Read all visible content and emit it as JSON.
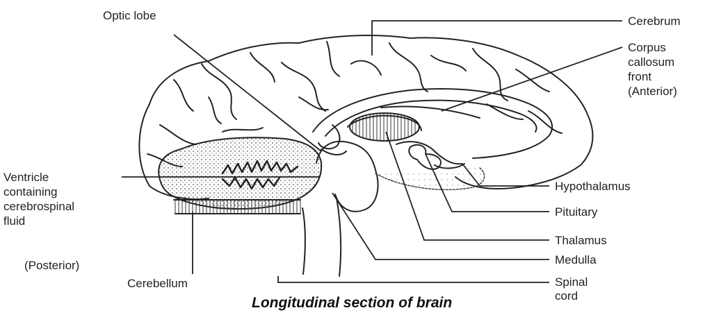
{
  "labels": {
    "optic_lobe": "Optic lobe",
    "cerebrum": "Cerebrum",
    "corpus_callosum_1": "Corpus",
    "corpus_callosum_2": "callosum",
    "front_1": "front",
    "front_2": "(Anterior)",
    "ventricle_1": "Ventricle",
    "ventricle_2": "containing",
    "ventricle_3": "cerebrospinal",
    "ventricle_4": "fluid",
    "hypothalamus": "Hypothalamus",
    "pituitary": "Pituitary",
    "thalamus": "Thalamus",
    "posterior": "(Posterior)",
    "medulla": "Medulla",
    "cerebellum": "Cerebellum",
    "spinal_cord_1": "Spinal",
    "spinal_cord_2": "cord"
  },
  "caption": "Longitudinal section of brain",
  "colors": {
    "line": "#222222",
    "stipple": "#555555",
    "background": "#ffffff"
  }
}
